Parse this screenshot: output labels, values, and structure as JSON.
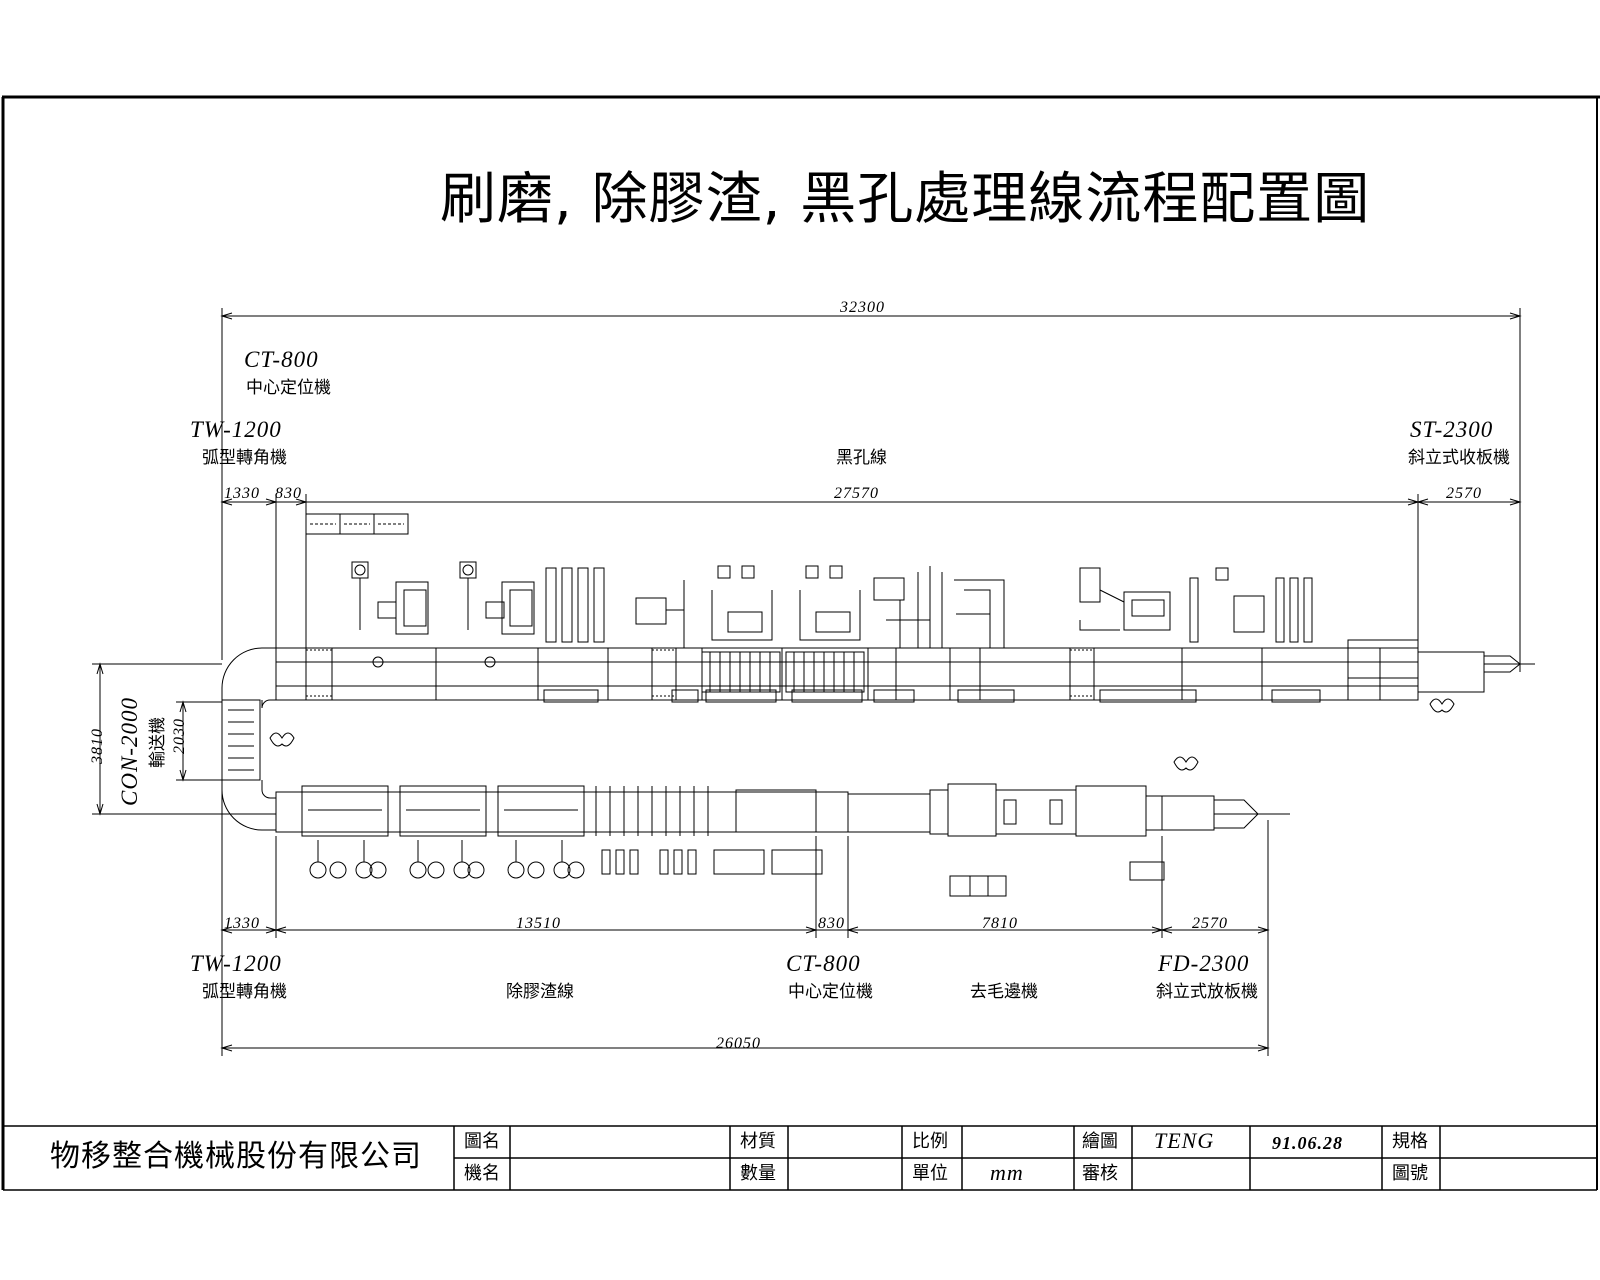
{
  "title": "刷磨, 除膠渣, 黑孔處理線流程配置圖",
  "dimensions": {
    "overall_top": "32300",
    "top_left_1": "1330",
    "top_left_2": "830",
    "top_main": "27570",
    "top_right": "2570",
    "height_total": "3810",
    "conveyor_width": "2030",
    "bottom_left": "1330",
    "bottom_main": "13510",
    "bottom_ct": "830",
    "bottom_deburr": "7810",
    "bottom_right": "2570",
    "overall_bottom": "26050"
  },
  "labels": {
    "ct800_top_model": "CT-800",
    "ct800_top_name": "中心定位機",
    "tw1200_top_model": "TW-1200",
    "tw1200_top_name": "弧型轉角機",
    "black_hole_line": "黑孔線",
    "st2300_model": "ST-2300",
    "st2300_name": "斜立式收板機",
    "con2000_model": "CON-2000",
    "con2000_name": "輸送機",
    "tw1200_bottom_model": "TW-1200",
    "tw1200_bottom_name": "弧型轉角機",
    "desmear_line": "除膠渣線",
    "ct800_bottom_model": "CT-800",
    "ct800_bottom_name": "中心定位機",
    "deburr_machine": "去毛邊機",
    "fd2300_model": "FD-2300",
    "fd2300_name": "斜立式放板機"
  },
  "title_block": {
    "company": "物移整合機械股份有限公司",
    "drawing_name_label": "圖名",
    "machine_name_label": "機名",
    "material_label": "材質",
    "quantity_label": "數量",
    "scale_label": "比例",
    "unit_label": "單位",
    "unit_value": "mm",
    "drawn_label": "繪圖",
    "drawn_value": "TENG",
    "date_value": "91.06.28",
    "review_label": "審核",
    "spec_label": "規格",
    "drawing_no_label": "圖號"
  },
  "colors": {
    "line": "#000000",
    "background": "#ffffff"
  }
}
